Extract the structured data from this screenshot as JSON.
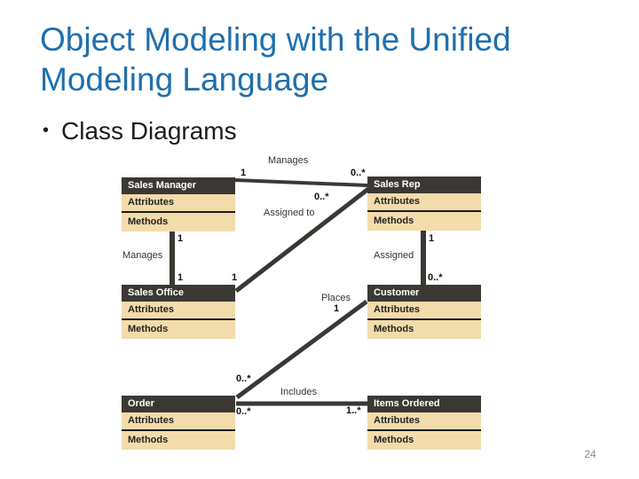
{
  "slide": {
    "title_line1": "Object Modeling with the Unified",
    "title_line2": "Modeling Language",
    "bullet_char": "•",
    "bullet_text": "Class Diagrams",
    "page_number": "24",
    "colors": {
      "title_blue": "#1F6FAD",
      "class_header_bg": "#3B3834",
      "class_row_bg": "#F3DCAB",
      "association_line": "#3B3834",
      "page_number_gray": "#8a8a8a"
    }
  },
  "diagram": {
    "classes": {
      "sales_manager": {
        "name": "Sales Manager",
        "attributes": "Attributes",
        "methods": "Methods"
      },
      "sales_rep": {
        "name": "Sales Rep",
        "attributes": "Attributes",
        "methods": "Methods"
      },
      "sales_office": {
        "name": "Sales Office",
        "attributes": "Attributes",
        "methods": "Methods"
      },
      "customer": {
        "name": "Customer",
        "attributes": "Attributes",
        "methods": "Methods"
      },
      "order": {
        "name": "Order",
        "attributes": "Attributes",
        "methods": "Methods"
      },
      "items_ordered": {
        "name": "Items Ordered",
        "attributes": "Attributes",
        "methods": "Methods"
      }
    },
    "labels": {
      "manages_top": "Manages",
      "assigned_to": "Assigned to",
      "manages_left": "Manages",
      "assigned_right": "Assigned",
      "places": "Places",
      "includes": "Includes"
    },
    "multiplicities": {
      "manages_top_one": "1",
      "manages_top_many": "0..*",
      "assigned_to_many": "0..*",
      "assigned_to_one": "1",
      "manages_left_top": "1",
      "manages_left_bottom": "1",
      "assigned_right_top": "1",
      "assigned_right_many": "0..*",
      "places_one": "1",
      "places_many": "0..*",
      "includes_many_order": "0..*",
      "includes_many_items": "1..*"
    }
  }
}
